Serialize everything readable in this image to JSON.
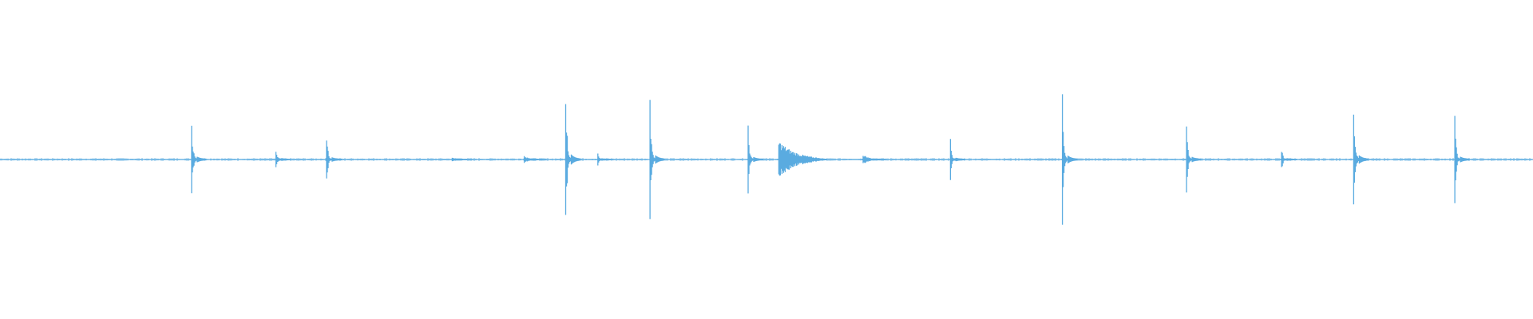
{
  "waveform": {
    "color": "#5aabe0",
    "background": "#ffffff",
    "duration_s": 100,
    "amplitude_range": [
      -1,
      1
    ],
    "baseline_noise": 0.012,
    "events": [
      {
        "t": 12.5,
        "amp": 0.5
      },
      {
        "t": 18.0,
        "amp": 0.15
      },
      {
        "t": 21.3,
        "amp": 0.35
      },
      {
        "t": 29.5,
        "amp": 0.03,
        "burst": 0.6
      },
      {
        "t": 34.2,
        "amp": 0.04,
        "burst": 0.8
      },
      {
        "t": 36.9,
        "amp": 1.0
      },
      {
        "t": 39.0,
        "amp": 0.08
      },
      {
        "t": 42.4,
        "amp": 0.8
      },
      {
        "t": 48.8,
        "amp": 0.4
      },
      {
        "t": 50.8,
        "amp": 0.22,
        "burst": 2.5
      },
      {
        "t": 56.3,
        "amp": 0.06,
        "burst": 0.9
      },
      {
        "t": 62.0,
        "amp": 0.25
      },
      {
        "t": 69.3,
        "amp": 0.75
      },
      {
        "t": 77.4,
        "amp": 0.45
      },
      {
        "t": 83.6,
        "amp": 0.15
      },
      {
        "t": 88.3,
        "amp": 0.8
      },
      {
        "t": 94.9,
        "amp": 0.5
      }
    ]
  }
}
